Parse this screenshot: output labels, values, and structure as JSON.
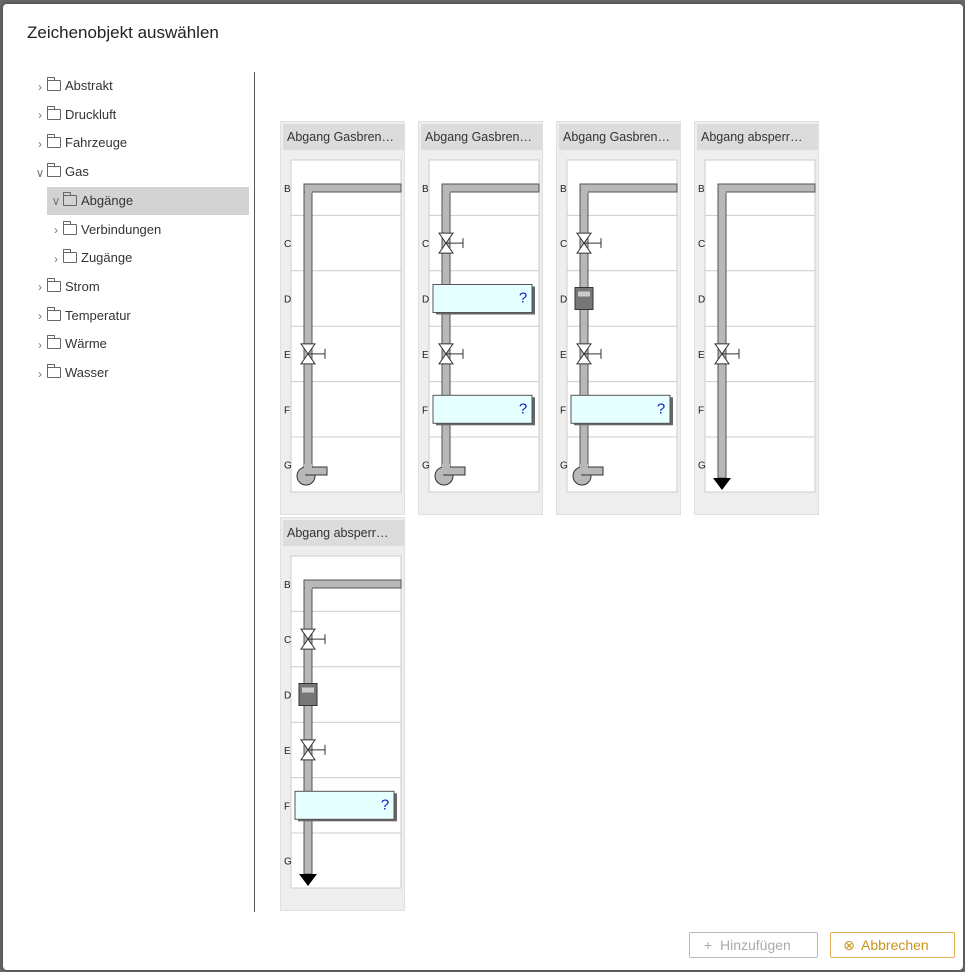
{
  "dialog": {
    "title": "Zeichenobjekt auswählen"
  },
  "tree": {
    "items": [
      {
        "label": "Abstrakt",
        "level": 0,
        "expanded": false,
        "selected": false
      },
      {
        "label": "Druckluft",
        "level": 0,
        "expanded": false,
        "selected": false
      },
      {
        "label": "Fahrzeuge",
        "level": 0,
        "expanded": false,
        "selected": false
      },
      {
        "label": "Gas",
        "level": 0,
        "expanded": true,
        "selected": false
      },
      {
        "label": "Abgänge",
        "level": 1,
        "expanded": true,
        "selected": true
      },
      {
        "label": "Verbindungen",
        "level": 1,
        "expanded": false,
        "selected": false
      },
      {
        "label": "Zugänge",
        "level": 1,
        "expanded": false,
        "selected": false
      },
      {
        "label": "Strom",
        "level": 0,
        "expanded": false,
        "selected": false
      },
      {
        "label": "Temperatur",
        "level": 0,
        "expanded": false,
        "selected": false
      },
      {
        "label": "Wärme",
        "level": 0,
        "expanded": false,
        "selected": false
      },
      {
        "label": "Wasser",
        "level": 0,
        "expanded": false,
        "selected": false
      }
    ]
  },
  "row_labels": [
    "B",
    "C",
    "D",
    "E",
    "F",
    "G"
  ],
  "help_symbol": "?",
  "cards": [
    {
      "title": "Abgang Gasbren…",
      "rows": [
        "",
        "",
        "",
        "valve",
        "",
        ""
      ],
      "end": "burner"
    },
    {
      "title": "Abgang Gasbren…",
      "rows": [
        "",
        "valve",
        "box",
        "valve",
        "box",
        ""
      ],
      "end": "burner"
    },
    {
      "title": "Abgang Gasbren…",
      "rows": [
        "",
        "valve",
        "meter",
        "valve",
        "box",
        ""
      ],
      "end": "burner"
    },
    {
      "title": "Abgang absperr…",
      "rows": [
        "",
        "",
        "",
        "valve",
        "",
        ""
      ],
      "end": "arrow"
    },
    {
      "title": "Abgang absperr…",
      "rows": [
        "",
        "valve",
        "meter",
        "valve",
        "box",
        ""
      ],
      "end": "arrow"
    }
  ],
  "buttons": {
    "add_label": "Hinzufügen",
    "add_icon": "plus-icon",
    "cancel_label": "Abbrechen",
    "cancel_icon": "cancel-circle-icon"
  },
  "colors": {
    "selected_bg": "#d3d3d3",
    "cancel_accent": "#c8951a",
    "box_fill": "#e6ffff",
    "pipe": "#b8b8b8"
  }
}
